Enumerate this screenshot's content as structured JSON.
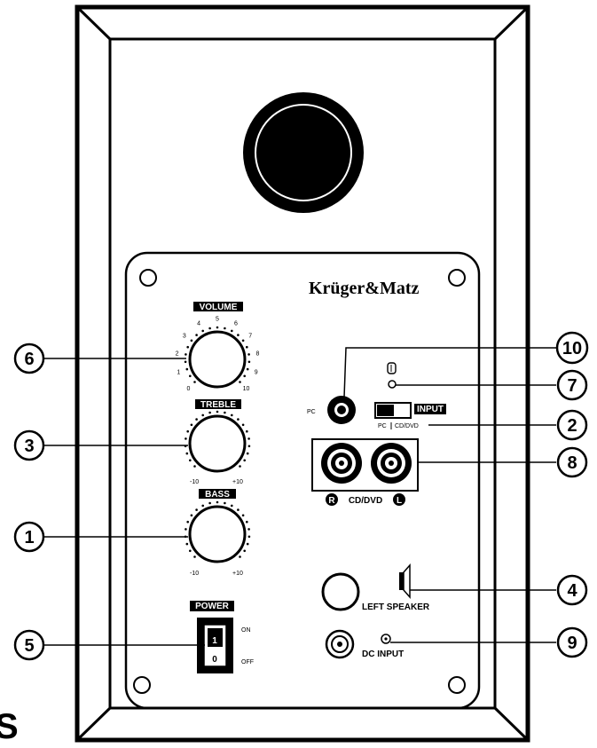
{
  "panel": {
    "brand": "Krüger&Matz",
    "volume_label": "VOLUME",
    "volume_scale": [
      "0",
      "1",
      "2",
      "3",
      "4",
      "5",
      "6",
      "7",
      "8",
      "9",
      "10"
    ],
    "treble_label": "TREBLE",
    "bass_label": "BASS",
    "tone_min": "-10",
    "tone_max": "+10",
    "power_label": "POWER",
    "power_on": "ON",
    "power_off": "OFF",
    "switch_on_mark": "1",
    "switch_off_mark": "0",
    "pc_jack_label": "PC",
    "input_label": "INPUT",
    "input_pc": "PC",
    "input_cd": "CD/DVD",
    "rca_right_badge": "R",
    "rca_label": "CD/DVD",
    "rca_left_badge": "L",
    "left_speaker_label": "LEFT SPEAKER",
    "dc_input_label": "DC INPUT"
  },
  "callouts": [
    "6",
    "3",
    "1",
    "5",
    "10",
    "7",
    "2",
    "8",
    "4",
    "9"
  ],
  "corner_letter": "S"
}
